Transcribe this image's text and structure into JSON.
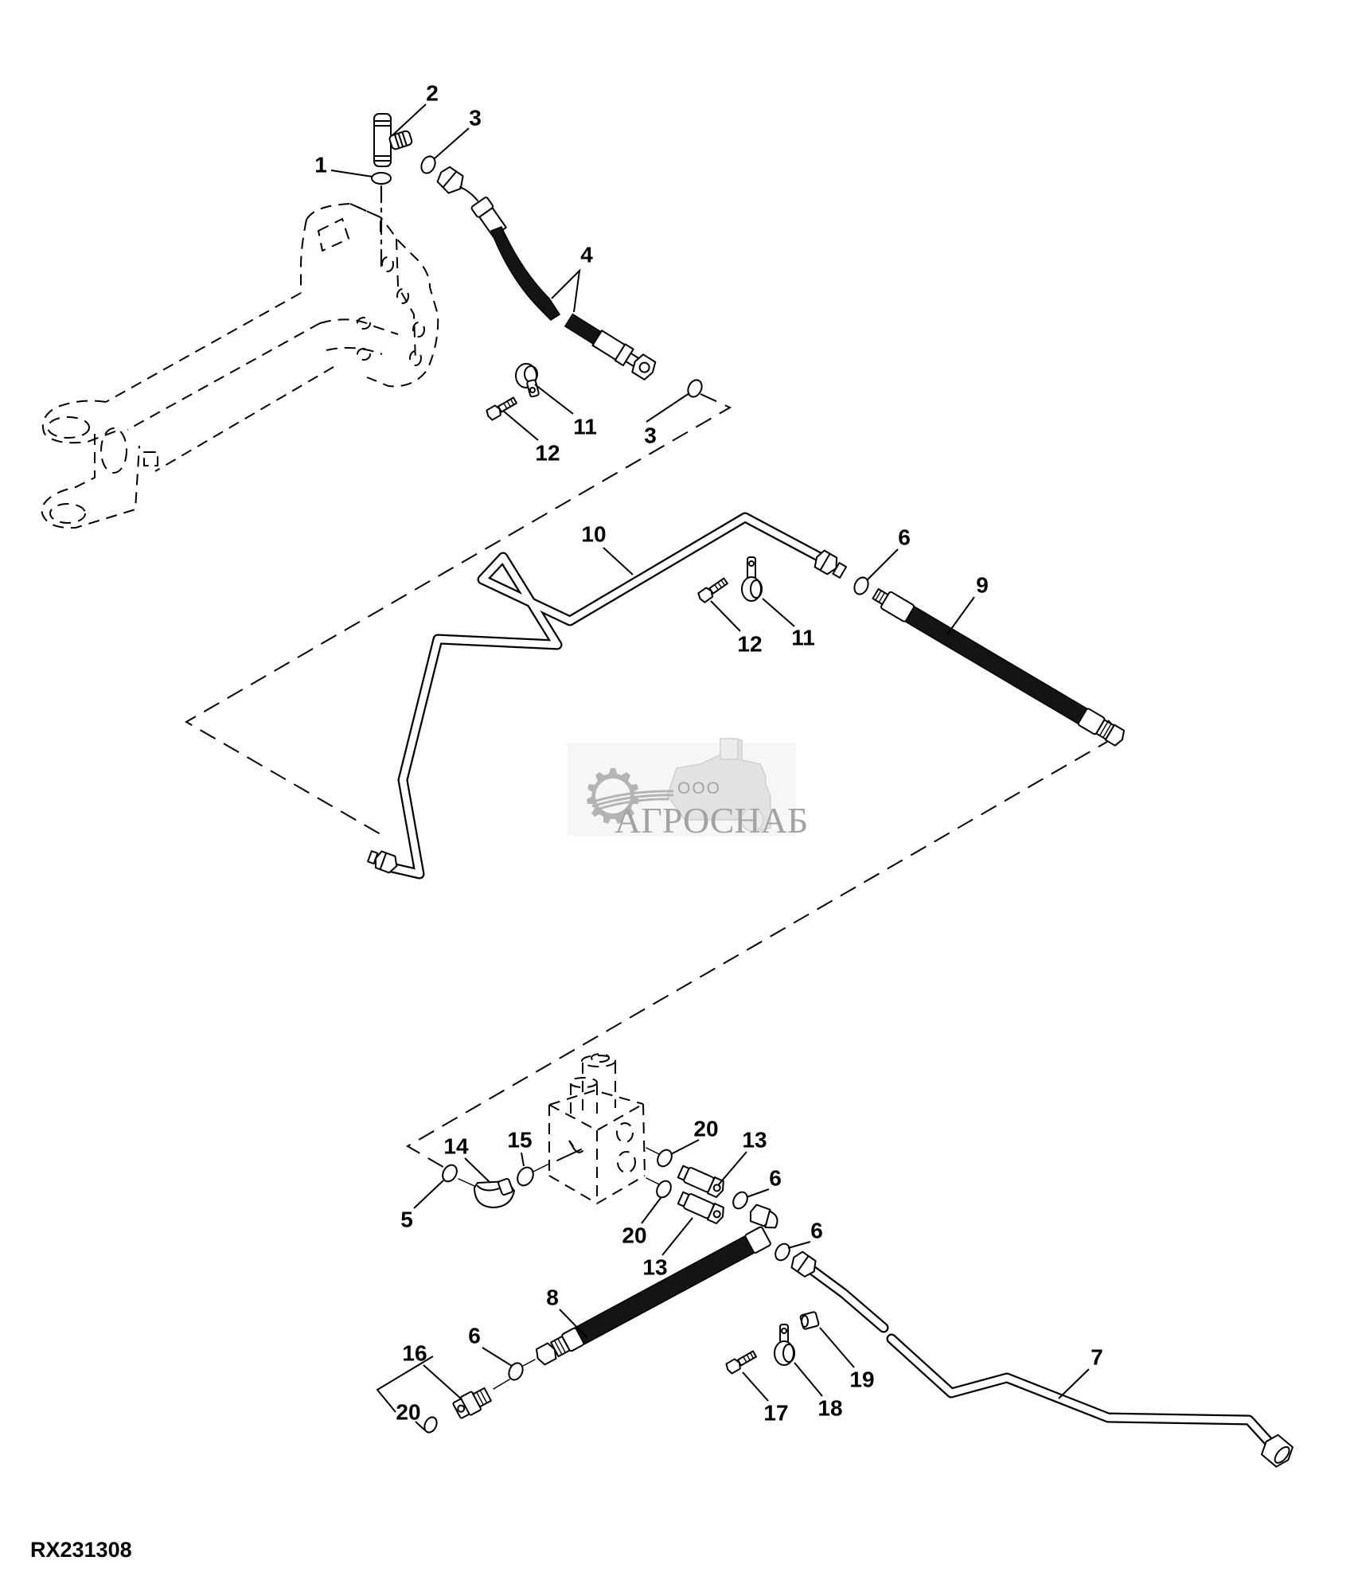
{
  "figure": {
    "reference_code": "RX231308"
  },
  "watermark": {
    "prefix": "ООО",
    "name": "АГРОСНАБ",
    "color": "#a3a3a3"
  },
  "callouts": [
    {
      "label": "1"
    },
    {
      "label": "2"
    },
    {
      "label": "3"
    },
    {
      "label": "4"
    },
    {
      "label": "11"
    },
    {
      "label": "12"
    },
    {
      "label": "3"
    },
    {
      "label": "10"
    },
    {
      "label": "6"
    },
    {
      "label": "9"
    },
    {
      "label": "12"
    },
    {
      "label": "11"
    },
    {
      "label": "14"
    },
    {
      "label": "15"
    },
    {
      "label": "5"
    },
    {
      "label": "20"
    },
    {
      "label": "13"
    },
    {
      "label": "6"
    },
    {
      "label": "20"
    },
    {
      "label": "13"
    },
    {
      "label": "6"
    },
    {
      "label": "8"
    },
    {
      "label": "16"
    },
    {
      "label": "6"
    },
    {
      "label": "20"
    },
    {
      "label": "17"
    },
    {
      "label": "18"
    },
    {
      "label": "19"
    },
    {
      "label": "7"
    }
  ]
}
